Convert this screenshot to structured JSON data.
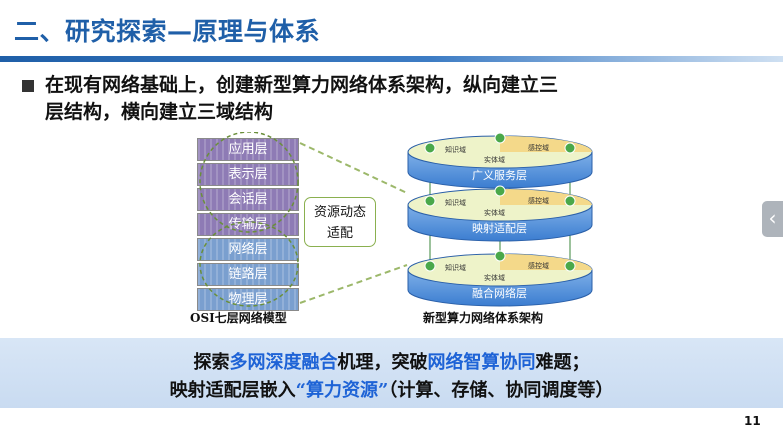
{
  "slide": {
    "title": "二、研究探索—原理与体系",
    "bullet_line1": "在现有网络基础上，创建新型算力网络体系架构，纵向建立三",
    "bullet_line2": "层结构，横向建立三域结构",
    "page_number": "11"
  },
  "osi": {
    "layers": [
      "应用层",
      "表示层",
      "会话层",
      "传输层",
      "网络层",
      "链路层",
      "物理层"
    ],
    "caption": "OSI七层网络模型"
  },
  "resource_box": {
    "line1": "资源动态",
    "line2": "适配"
  },
  "architecture": {
    "caption": "新型算力网络体系架构",
    "layers": [
      {
        "name": "广义服务层",
        "domains": [
          "知识域",
          "感控域",
          "实体域"
        ]
      },
      {
        "name": "映射适配层",
        "domains": [
          "知识域",
          "感控域",
          "实体域"
        ]
      },
      {
        "name": "融合网络层",
        "domains": [
          "知识域",
          "感控域",
          "实体域"
        ]
      }
    ]
  },
  "summary": {
    "line1_a": "探索",
    "line1_hl1": "多网深度融合",
    "line1_b": "机理，突破",
    "line1_hl2": "网络智算协同",
    "line1_c": "难题；",
    "line2_a": "映射适配层嵌入",
    "line2_hl": "“算力资源”",
    "line2_b": "（计算、存储、协同调度等）"
  },
  "colors": {
    "title": "#1f5fa8",
    "highlight": "#1e63d6",
    "band": "#d8e6f6"
  },
  "side_tab_icon": "chevron-left-icon"
}
